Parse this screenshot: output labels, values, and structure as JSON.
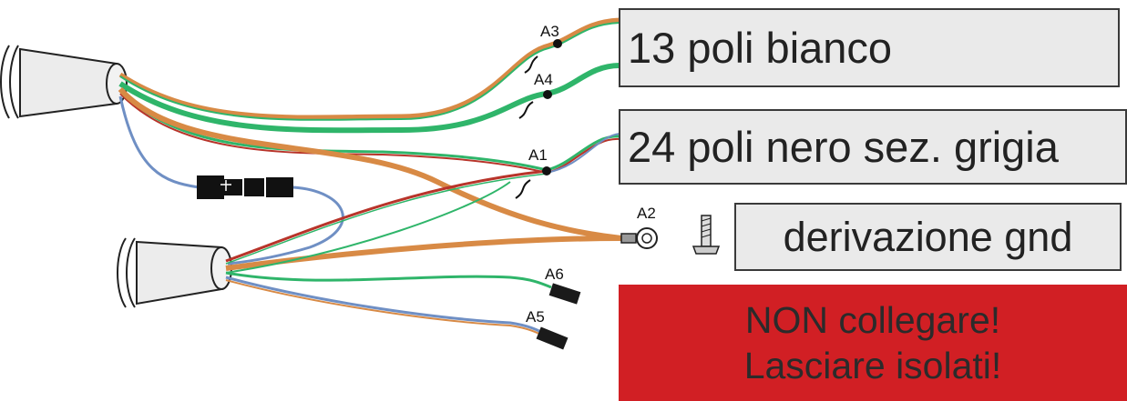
{
  "labels": {
    "box_13": "13 poli bianco",
    "box_24": "24 poli nero sez. grigia",
    "box_gnd": "derivazione gnd",
    "warning_line1": "NON collegare!",
    "warning_line2": "Lasciare isolati!"
  },
  "wire_labels": {
    "a1": "A1",
    "a2": "A2",
    "a3": "A3",
    "a4": "A4",
    "a5": "A5",
    "a6": "A6"
  },
  "colors": {
    "wire_orange": "#d88a45",
    "wire_green": "#2fb56a",
    "wire_red": "#b8342a",
    "wire_blue": "#6f8fc4",
    "cable_fill": "#ececec",
    "box_fill": "#eaeaea",
    "warning_fill": "#d11f24"
  }
}
